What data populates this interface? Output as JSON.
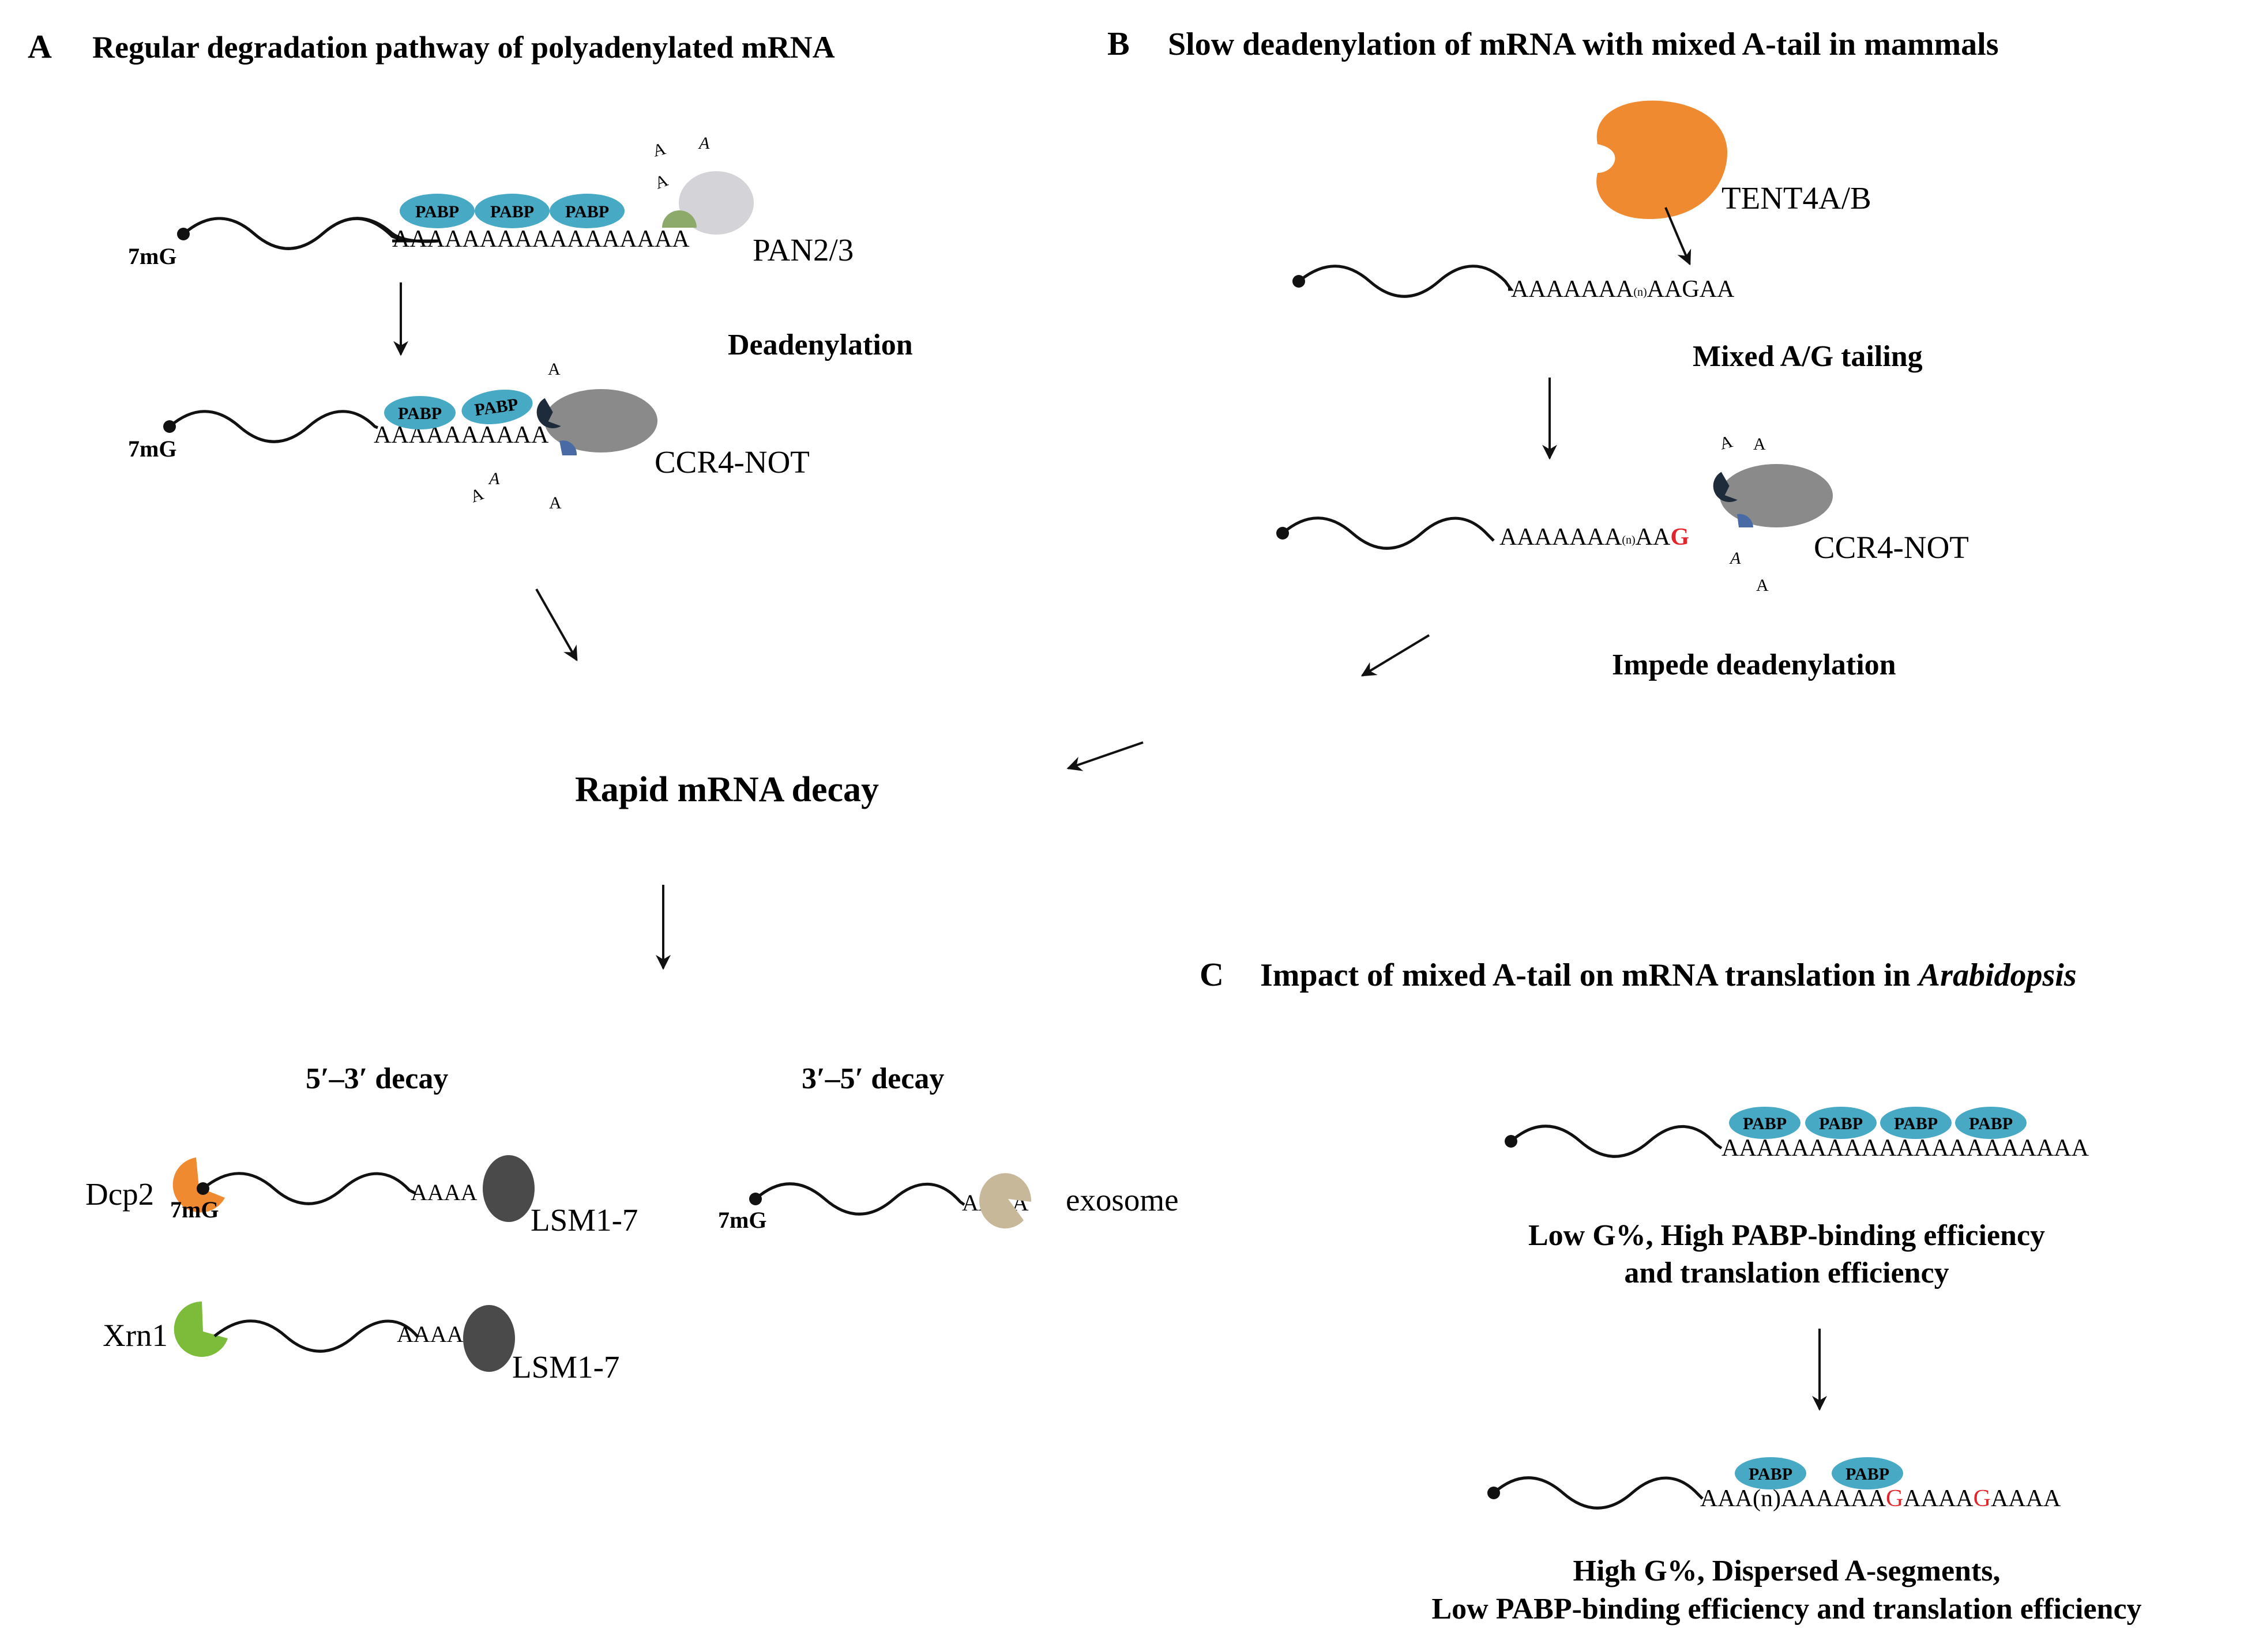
{
  "panels": {
    "a": {
      "letter": "A",
      "title": "Regular degradation pathway of polyadenylated mRNA"
    },
    "b": {
      "letter": "B",
      "title": "Slow deadenylation of mRNA with mixed A-tail in mammals"
    },
    "c": {
      "letter": "C",
      "title_prefix": "Impact of mixed A-tail on mRNA translation in ",
      "title_italic": "Arabidopsis"
    }
  },
  "labels": {
    "cap": "7mG",
    "pabp": "PABP",
    "a_free": "A",
    "a_tail_long": "AAAAAAAAAAAAAAAAA",
    "a_tail_mid": "AAAAAAAAAA",
    "a_tail_short": "AAAA",
    "pan2_3": "PAN2/3",
    "deadenylation": "Deadenylation",
    "ccr4_not": "CCR4-NOT",
    "tent4": "TENT4A/B",
    "b_tail1_pre": "AAAAAAA",
    "n_sub": "(n)",
    "b_tail1_post": "AAGAA",
    "mixed_tailing": "Mixed A/G tailing",
    "b_tail2_post": "AA",
    "g": "G",
    "impede": "Impede deadenylation",
    "rapid_decay": "Rapid mRNA decay",
    "decay_53": "5′–3′ decay",
    "decay_35": "3′–5′ decay",
    "dcp2": "Dcp2",
    "lsm": "LSM1-7",
    "xrn1": "Xrn1",
    "exosome": "exosome",
    "c_tail1": "AAAAAAAAAAAAAAAAAAAAA",
    "c_desc1_l1": "Low G%, High PABP-binding efficiency",
    "c_desc1_l2": "and translation efficiency",
    "c_tail2_a": "AAA(n)AAAAAA",
    "c_tail2_b": "AAAA",
    "c_tail2_c": "AAAA",
    "c_desc2_l1": "High G%, Dispersed A-segments,",
    "c_desc2_l2": "Low PABP-binding efficiency and translation efficiency"
  },
  "colors": {
    "pabp": "#48a9c5",
    "pan_body": "#d3d3d8",
    "pan_sub": "#8daa6a",
    "ccr4": "#8a8a8a",
    "ccr4_cup": "#1d2b3a",
    "ccr4_sub": "#4a6aa6",
    "tent4": "#ef8a30",
    "dcp2": "#ef8a30",
    "lsm": "#4a4a4a",
    "xrn1": "#7dbb3a",
    "exosome": "#c8b89a",
    "g_highlight": "#e3242b"
  }
}
